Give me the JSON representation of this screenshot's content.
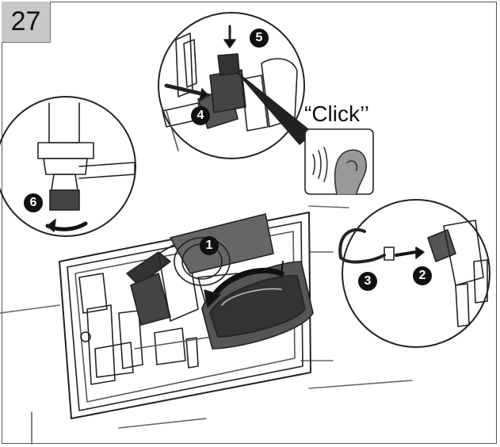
{
  "step": {
    "number": "27"
  },
  "callouts": [
    {
      "id": "1",
      "label": "1"
    },
    {
      "id": "2",
      "label": "2"
    },
    {
      "id": "3",
      "label": "3"
    },
    {
      "id": "4",
      "label": "4"
    },
    {
      "id": "5",
      "label": "5"
    },
    {
      "id": "6",
      "label": "6"
    }
  ],
  "sound": {
    "label": "“Click’’",
    "icon": "ear-icon"
  },
  "icons": [
    "ear-icon",
    "arrow-icon",
    "valve-icon"
  ]
}
